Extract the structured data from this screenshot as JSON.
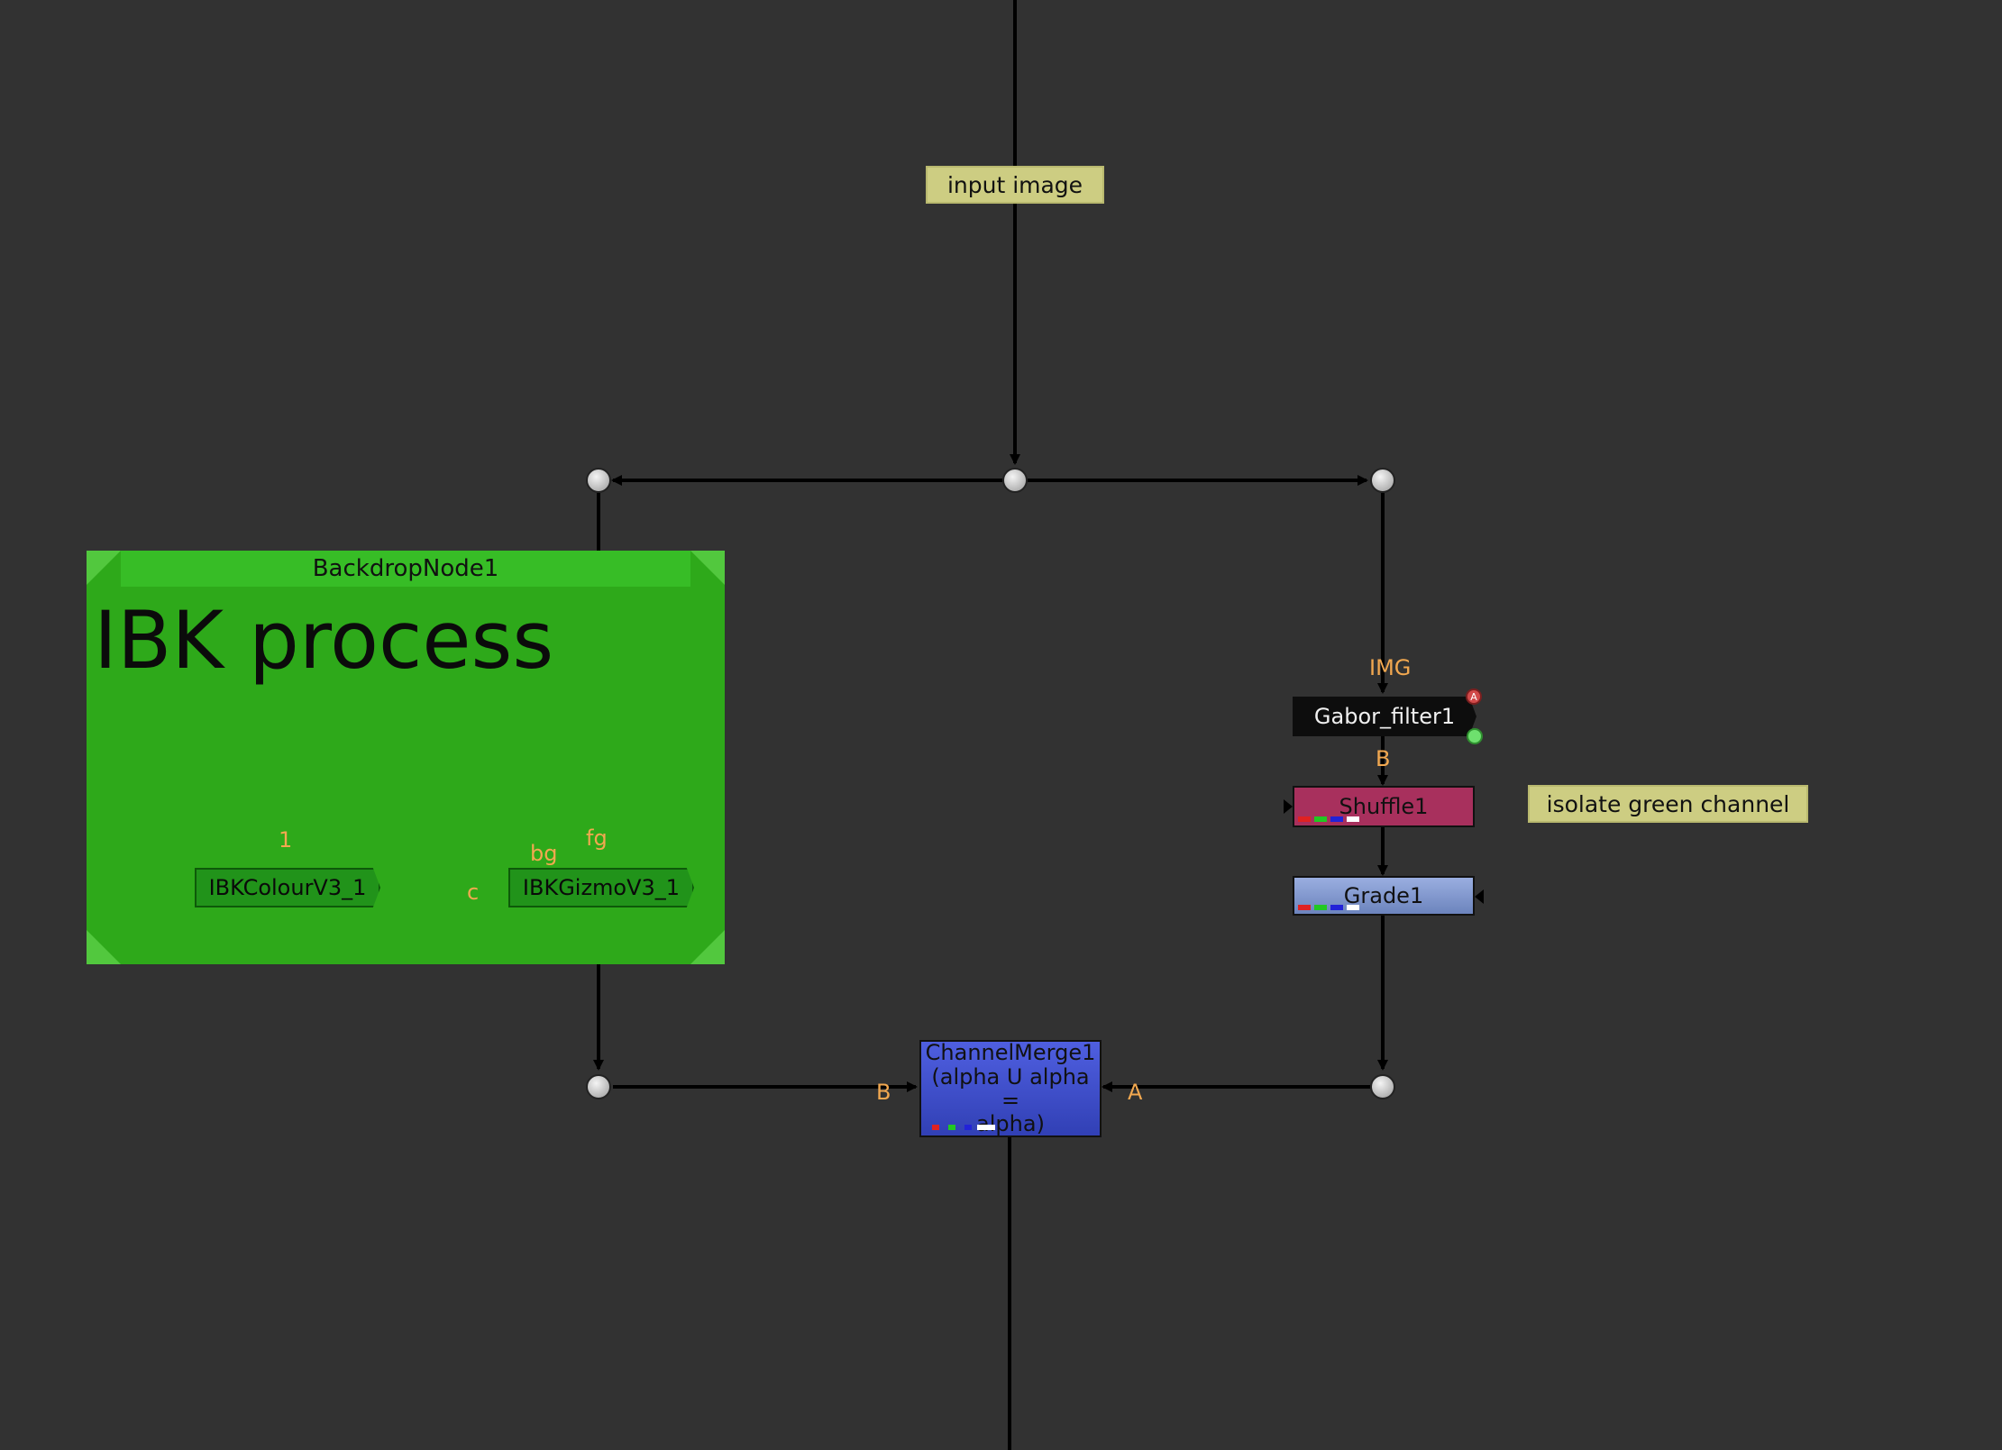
{
  "sticky_notes": {
    "input": "input image",
    "isolate": "isolate green channel"
  },
  "backdrop": {
    "name": "BackdropNode1",
    "label": "IBK process"
  },
  "nodes": {
    "ibk_colour": "IBKColourV3_1",
    "ibk_gizmo": "IBKGizmoV3_1",
    "gabor": "Gabor_filter1",
    "shuffle": "Shuffle1",
    "grade": "Grade1",
    "channel_merge_line1": "ChannelMerge1",
    "channel_merge_line2": "(alpha U alpha =",
    "channel_merge_line3": "alpha)"
  },
  "pins": {
    "ibk_colour_input": "1",
    "ibk_gizmo_bg": "bg",
    "ibk_gizmo_fg": "fg",
    "ibk_gizmo_c": "c",
    "gabor_img": "IMG",
    "shuffle_b": "B",
    "merge_b": "B",
    "merge_a": "A"
  },
  "colors": {
    "background": "#323232",
    "backdrop": "#2ea91a",
    "sticky": "#cdcd82",
    "pin_label": "#f2a850",
    "shuffle": "#a8305d",
    "grade": "#7d95c8",
    "channel_merge": "#3f4ecb",
    "gabor": "#0d0d0d",
    "ibk_node": "#21931a"
  },
  "icons": {
    "gabor_badge_top": "red-a-badge-icon",
    "gabor_badge_bottom": "green-dot-icon"
  }
}
